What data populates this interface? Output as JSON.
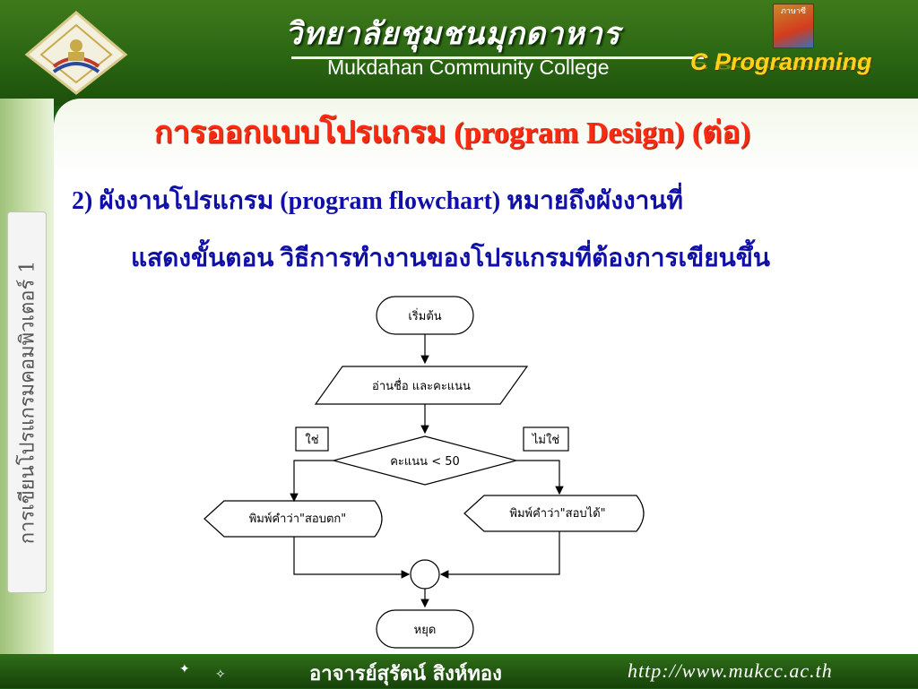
{
  "header": {
    "college_thai": "วิทยาลัยชุมชนมุกดาหาร",
    "college_eng": "Mukdahan Community College",
    "course": "C Programming",
    "book_label": "ภาษาซี"
  },
  "sidebar": {
    "vertical_title": "การเขียนโปรแกรมคอมพิวเตอร์ 1"
  },
  "slide": {
    "title": "การออกแบบโปรแกรม  (program  Design) (ต่อ)",
    "line1": "2) ผังงานโปรแกรม (program flowchart)    หมายถึงผังงานที่",
    "line2": "แสดงขั้นตอน วิธีการทำงานของโปรแกรมที่ต้องการเขียนขึ้น"
  },
  "flowchart": {
    "start": "เริ่มต้น",
    "input": "อ่านชื่อ และคะแนน",
    "condition": "คะแนน < 50",
    "yes": "ใช่",
    "no": "ไม่ใช่",
    "print_fail": "พิมพ์คำว่า\"สอบตก\"",
    "print_pass": "พิมพ์คำว่า\"สอบได้\"",
    "end": "หยุด"
  },
  "footer": {
    "teacher": "อาจารย์สุรัตน์  สิงห์ทอง",
    "url": "http://www.mukcc.ac.th"
  },
  "colors": {
    "title_red": "#ff2a10",
    "body_blue": "#1010a8",
    "header_green": "#2a6612",
    "course_yellow": "#ffd21a"
  }
}
